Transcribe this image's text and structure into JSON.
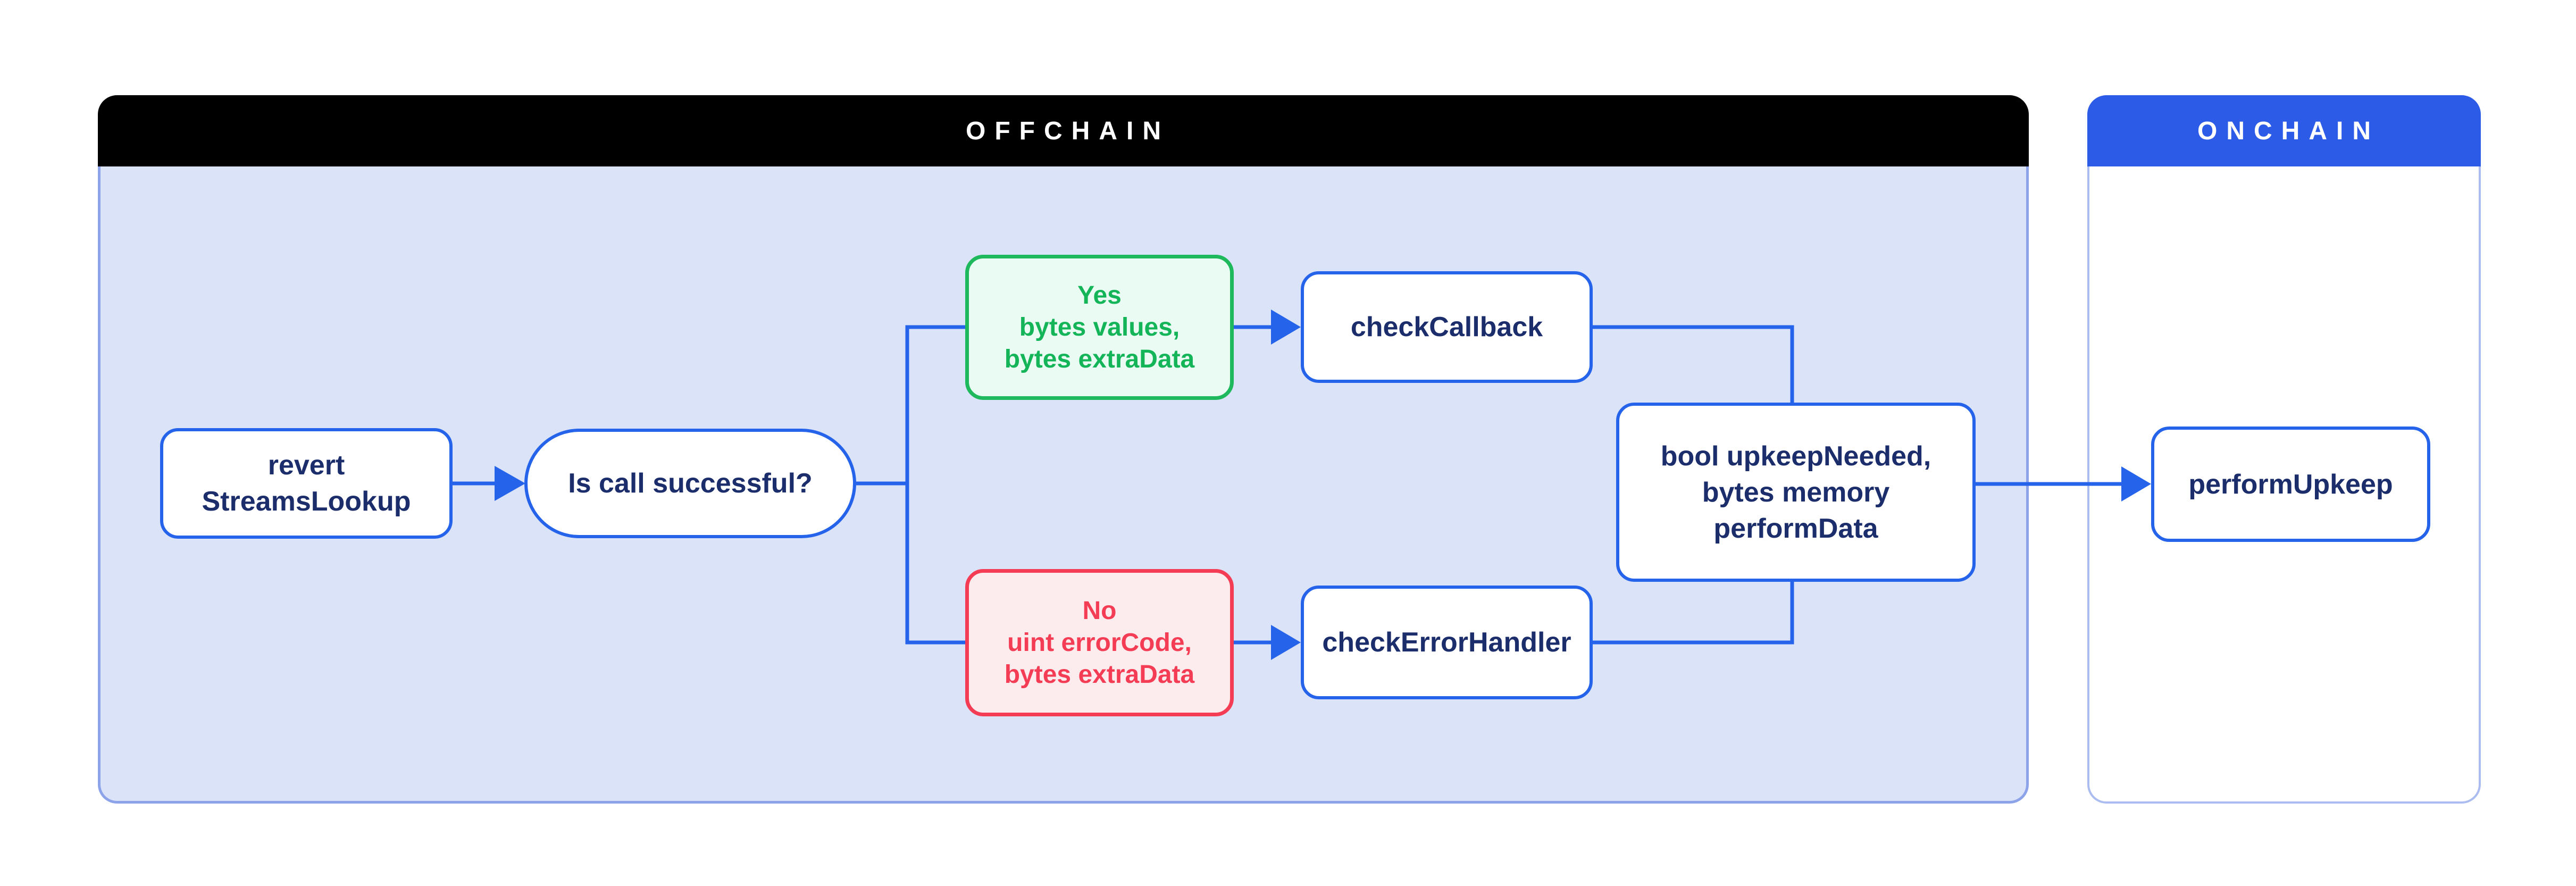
{
  "panels": {
    "offchain": {
      "title": "OFFCHAIN"
    },
    "onchain": {
      "title": "ONCHAIN"
    }
  },
  "nodes": {
    "revert": {
      "lines": [
        "revert",
        "StreamsLookup"
      ]
    },
    "question": {
      "label": "Is call successful?"
    },
    "yes": {
      "lines": [
        "Yes",
        "bytes values,",
        "bytes extraData"
      ]
    },
    "no": {
      "lines": [
        "No",
        "uint errorCode,",
        "bytes extraData"
      ]
    },
    "check_callback": {
      "label": "checkCallback"
    },
    "check_error_handler": {
      "label": "checkErrorHandler"
    },
    "result": {
      "lines": [
        "bool upkeepNeeded,",
        "bytes memory",
        "performData"
      ]
    },
    "perform_upkeep": {
      "label": "performUpkeep"
    }
  },
  "colors": {
    "offchain_header_bg": "#000000",
    "offchain_body_bg": "#dbe3f8",
    "offchain_body_border": "#8ca3ea",
    "onchain_header_bg": "#2c5be7",
    "onchain_body_border": "#aabcf0",
    "node_border_blue": "#2563eb",
    "connector_blue": "#2563eb",
    "node_text_navy": "#1b2d6b",
    "yes_border_green": "#1eb95c",
    "yes_text_green": "#14b459",
    "yes_bg_green": "#e9fbf2",
    "no_border_red": "#f43d55",
    "no_text_red": "#f43d55",
    "no_bg_red": "#fdeced",
    "header_text": "#ffffff"
  }
}
